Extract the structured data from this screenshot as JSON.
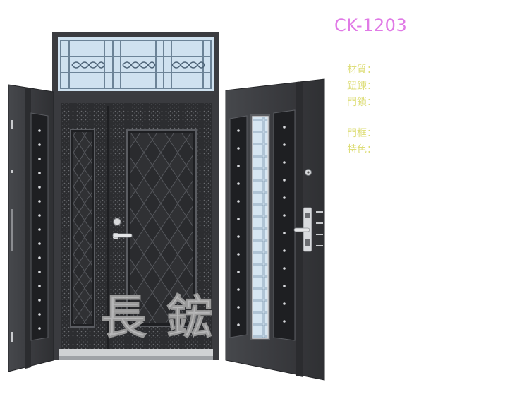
{
  "product": {
    "model": "CK-1203",
    "brand_watermark": "長鋐"
  },
  "specs": {
    "material_label": "材質：",
    "knob_label": "鈕鍊：",
    "lock_label": "門鎖：",
    "frame_label": "門框：",
    "feature_label": "特色："
  },
  "colors": {
    "model_text": "#e07ae6",
    "spec_text": "#dede7a",
    "door_body": "#3a3b3e",
    "door_dark": "#1f2022",
    "glass": "#cfe0ef",
    "watermark": "#c9c9c9"
  }
}
